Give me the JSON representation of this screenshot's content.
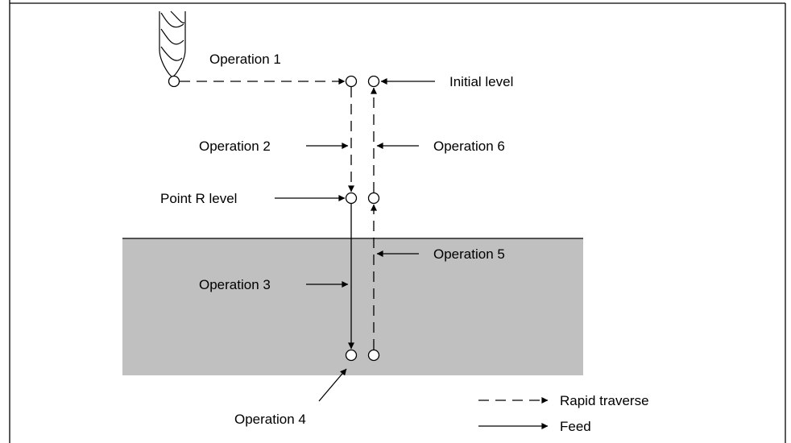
{
  "labels": {
    "operation_1": "Operation 1",
    "initial_level": "Initial level",
    "operation_2": "Operation 2",
    "operation_6": "Operation 6",
    "point_r_level": "Point R level",
    "operation_5": "Operation 5",
    "operation_3": "Operation 3",
    "operation_4": "Operation 4"
  },
  "legend": {
    "rapid_traverse": "Rapid traverse",
    "feed": "Feed"
  },
  "colors": {
    "workpiece": "#c0c0c0",
    "line": "#000000",
    "background": "#ffffff"
  }
}
